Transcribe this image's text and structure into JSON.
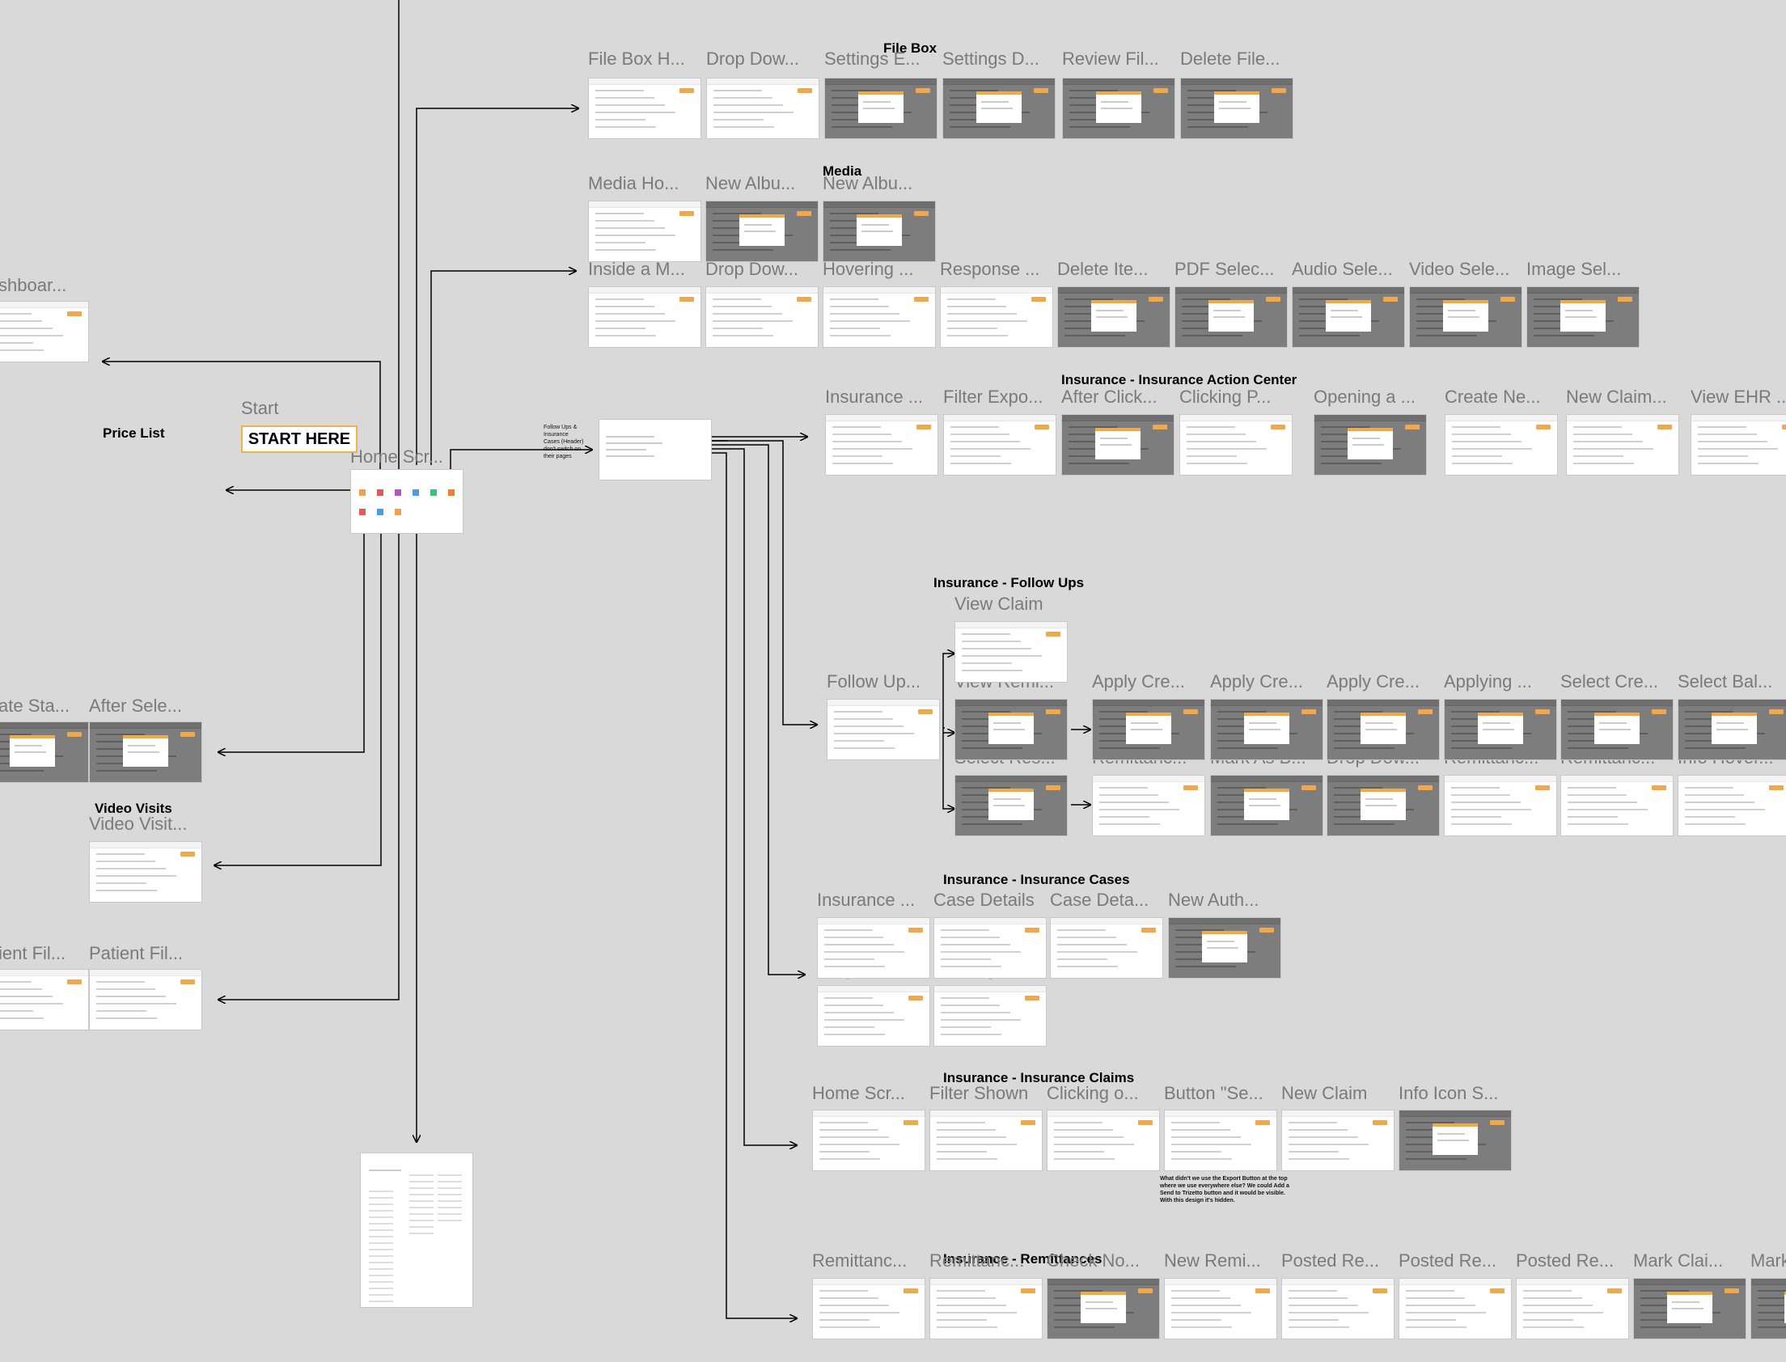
{
  "start": {
    "caption": "Start",
    "button_label": "START HERE"
  },
  "notes": {
    "follow_ups_note": "Follow Ups & Insurance Cases (Header) don't switch on their pages",
    "claims_note": "What didn't we use the Export Button at the top where we use everywhere else? We could Add a Send to Trizetto button and it would be visible. With this design it's hidden."
  },
  "sections": [
    {
      "id": "file-box",
      "title": "File Box",
      "frames": [
        "File Box H...",
        "Drop Dow...",
        "Settings E...",
        "Settings D...",
        "Review Fil...",
        "Delete File..."
      ]
    },
    {
      "id": "media",
      "title": "Media",
      "frames": [
        "Media Ho...",
        "New Albu...",
        "New Albu..."
      ]
    },
    {
      "id": "media-row2",
      "title": "",
      "frames": [
        "Inside a M...",
        "Drop Dow...",
        "Hovering ...",
        "Response ...",
        "Delete Ite...",
        "PDF Selec...",
        "Audio Sele...",
        "Video Sele...",
        "Image Sel..."
      ]
    },
    {
      "id": "action-center",
      "title": "Insurance - Insurance Action Center",
      "frames": [
        "Insurance ...",
        "Filter Expo...",
        "After Click...",
        "Clicking P...",
        "Opening a ...",
        "Create Ne...",
        "New Claim...",
        "View EHR ..."
      ]
    },
    {
      "id": "follow-ups",
      "title": "Insurance - Follow Ups",
      "frames": [
        "View Claim",
        "Follow Up...",
        "View Remi...",
        "Apply Cre...",
        "Apply Cre...",
        "Apply Cre...",
        "Applying ...",
        "Select Cre...",
        "Select Bal...",
        "Select Res...",
        "Remittanc...",
        "Mark As B...",
        "Drop Dow...",
        "Remittanc...",
        "Remittanc...",
        "Info Hover..."
      ]
    },
    {
      "id": "cases",
      "title": "Insurance - Insurance Cases",
      "frames": [
        "Insurance ...",
        "Case Details",
        "Case Deta...",
        "New Auth...",
        "Drop Dow...",
        "Clicking o..."
      ]
    },
    {
      "id": "claims",
      "title": "Insurance - Insurance Claims",
      "frames": [
        "Home Scr...",
        "Filter Shown",
        "Clicking o...",
        "Button \"Se...",
        "New Claim",
        "Info Icon S..."
      ]
    },
    {
      "id": "remittances",
      "title": "Insurance - Remittances",
      "frames": [
        "Remittanc...",
        "Remittanc...",
        "Check No...",
        "New Remi...",
        "Posted Re...",
        "Posted Re...",
        "Posted Re...",
        "Mark Clai...",
        "Mark"
      ]
    },
    {
      "id": "left",
      "title": "",
      "frames": [
        "shboar...",
        "Home Scr...",
        "ate Sta...",
        "After Sele...",
        "Video Visit...",
        "ient Fil...",
        "Patient Fil..."
      ]
    },
    {
      "id": "left-titles",
      "title": "",
      "frames": [
        "Price List",
        "Video Visits"
      ]
    }
  ]
}
